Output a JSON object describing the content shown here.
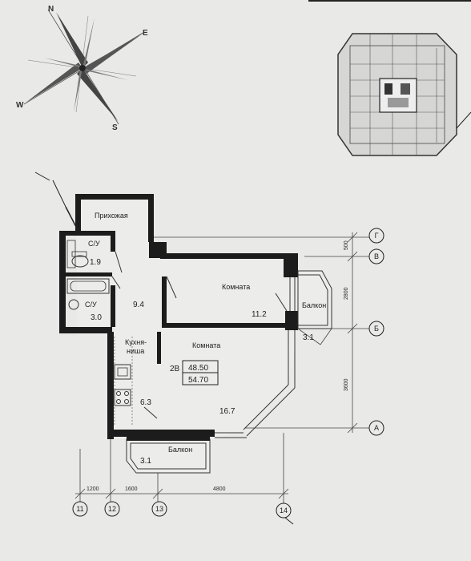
{
  "compass": {
    "north": "N",
    "east": "E",
    "south": "S",
    "west": "W"
  },
  "rooms": {
    "hallway": "Прихожая",
    "bathroom_small": "С/У",
    "bathroom_small_area": "1.9",
    "bathroom": "С/У",
    "bathroom_area": "3.0",
    "hallway_area": "9.4",
    "room1": "Комната",
    "room1_area": "11.2",
    "balcony_right": "Балкон",
    "balcony_right_area": "3.1",
    "kitchen_line1": "Кухня-",
    "kitchen_line2": "ниша",
    "kitchen_area": "6.3",
    "room2": "Комната",
    "room2_area": "16.7",
    "balcony_bottom": "Балкон",
    "balcony_bottom_area": "3.1"
  },
  "apartment": {
    "type": "2В",
    "living_area": "48.50",
    "total_area": "54.70"
  },
  "dimensions": {
    "vertical": [
      "500",
      "2800",
      "3600"
    ],
    "horizontal": [
      "1200",
      "1600",
      "4800"
    ]
  },
  "axes": {
    "rows": [
      "Г",
      "В",
      "Б",
      "А"
    ],
    "columns": [
      "11",
      "12",
      "13",
      "14"
    ]
  }
}
